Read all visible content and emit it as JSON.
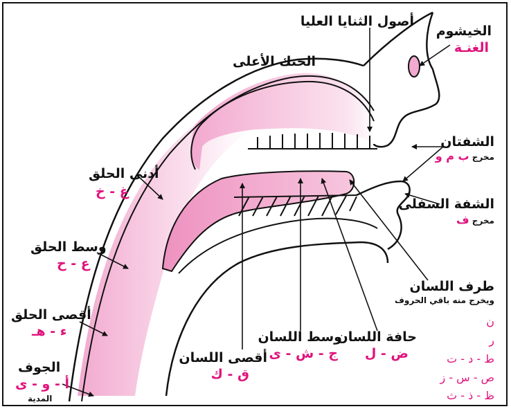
{
  "labels": {
    "nasal_title": "الخيشوم",
    "nasal_sub": "الغنـة",
    "upper_teeth": "أصول الثنايا العليا",
    "palate": "الحنك الأعلى",
    "lips_title": "الشفتان",
    "lips_sub_prefix": "مخرج",
    "lips_letters": "ب م و",
    "lower_lip_title": "الشفة السفلى",
    "lower_lip_sub_prefix": "مخرج",
    "lower_lip_letter": "ف",
    "tongue_tip_title": "طرف اللسان",
    "tongue_tip_sub": "ويخرج منه باقي الحروف",
    "tip_letters": [
      "ن",
      "ر",
      "ط - د - ت",
      "ص - س - ز",
      "ظ - ذ - ث"
    ],
    "tongue_edge_title": "حافة اللسان",
    "tongue_edge_letters": "ض - ل",
    "tongue_mid_title": "وسط اللسان",
    "tongue_mid_letters": "ج - ش - ى",
    "tongue_back_title": "أقصى اللسان",
    "tongue_back_letters": "ق - ك",
    "upper_throat_title": "أدنى الحلق",
    "upper_throat_letters": "غ - خ",
    "mid_throat_title": "وسط الحلق",
    "mid_throat_letters": "ع - ح",
    "deep_throat_title": "أقصى الحلق",
    "deep_throat_letters": "ء - هـ",
    "cavity_title": "الجوف",
    "cavity_letters": "أ - و - ى",
    "cavity_sub": "المدية"
  },
  "colors": {
    "accent": "#e0137c",
    "tissue": "#f5c2dc",
    "line": "#111111"
  }
}
